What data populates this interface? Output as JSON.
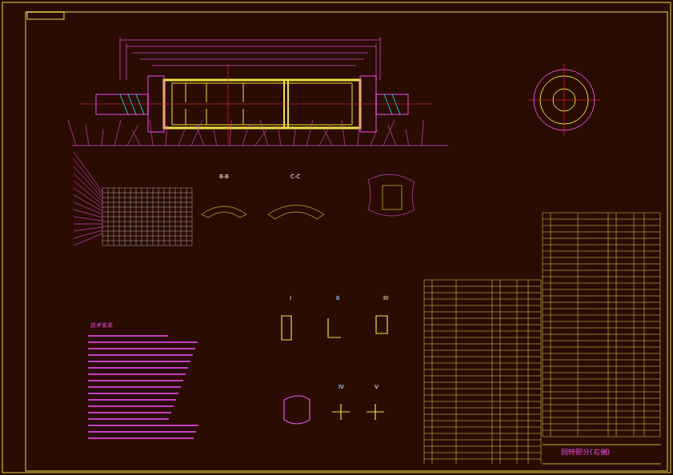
{
  "diagram": {
    "labels": [
      "技术要求",
      "回转部分(右侧)",
      "B-B",
      "C-C",
      "I",
      "II",
      "III",
      "IV",
      "V"
    ]
  }
}
